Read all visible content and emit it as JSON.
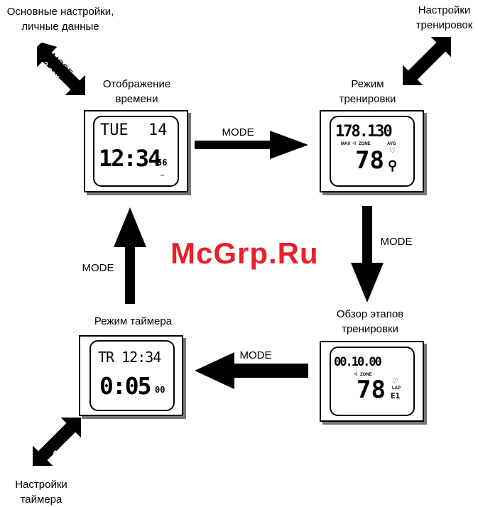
{
  "modes": {
    "time": {
      "title_line1": "Отображение",
      "title_line2": "времени",
      "display": {
        "day": "TUE",
        "date": "14",
        "time": "12:34",
        "seconds": "56"
      }
    },
    "training": {
      "title_line1": "Режим",
      "title_line2": "тренировки",
      "display": {
        "top": "178.130",
        "max": "MAX",
        "zone": "ZONE",
        "avg": "AVG",
        "big": "78"
      }
    },
    "review": {
      "title_line1": "Обзор этапов",
      "title_line2": "тренировки",
      "display": {
        "top": "00.10.00",
        "zone": "ZONE",
        "lap": "LAP",
        "big": "78",
        "lap_num": "E1"
      }
    },
    "timer": {
      "title": "Режим таймера",
      "display": {
        "top": "TR 12:34",
        "main": "0:05",
        "hundredths": "00"
      }
    }
  },
  "corners": {
    "basic_settings_line1": "Основные настройки,",
    "basic_settings_line2": "личные данные",
    "training_settings_line1": "Настройки",
    "training_settings_line2": "тренировок",
    "timer_settings_line1": "Настройки",
    "timer_settings_line2": "таймера"
  },
  "arrows": {
    "mode_label": "MODE",
    "long_press": "3 сек"
  },
  "watermark": "McGrp.Ru",
  "colors": {
    "watermark": "#e8212b",
    "shadow": "#777777"
  }
}
